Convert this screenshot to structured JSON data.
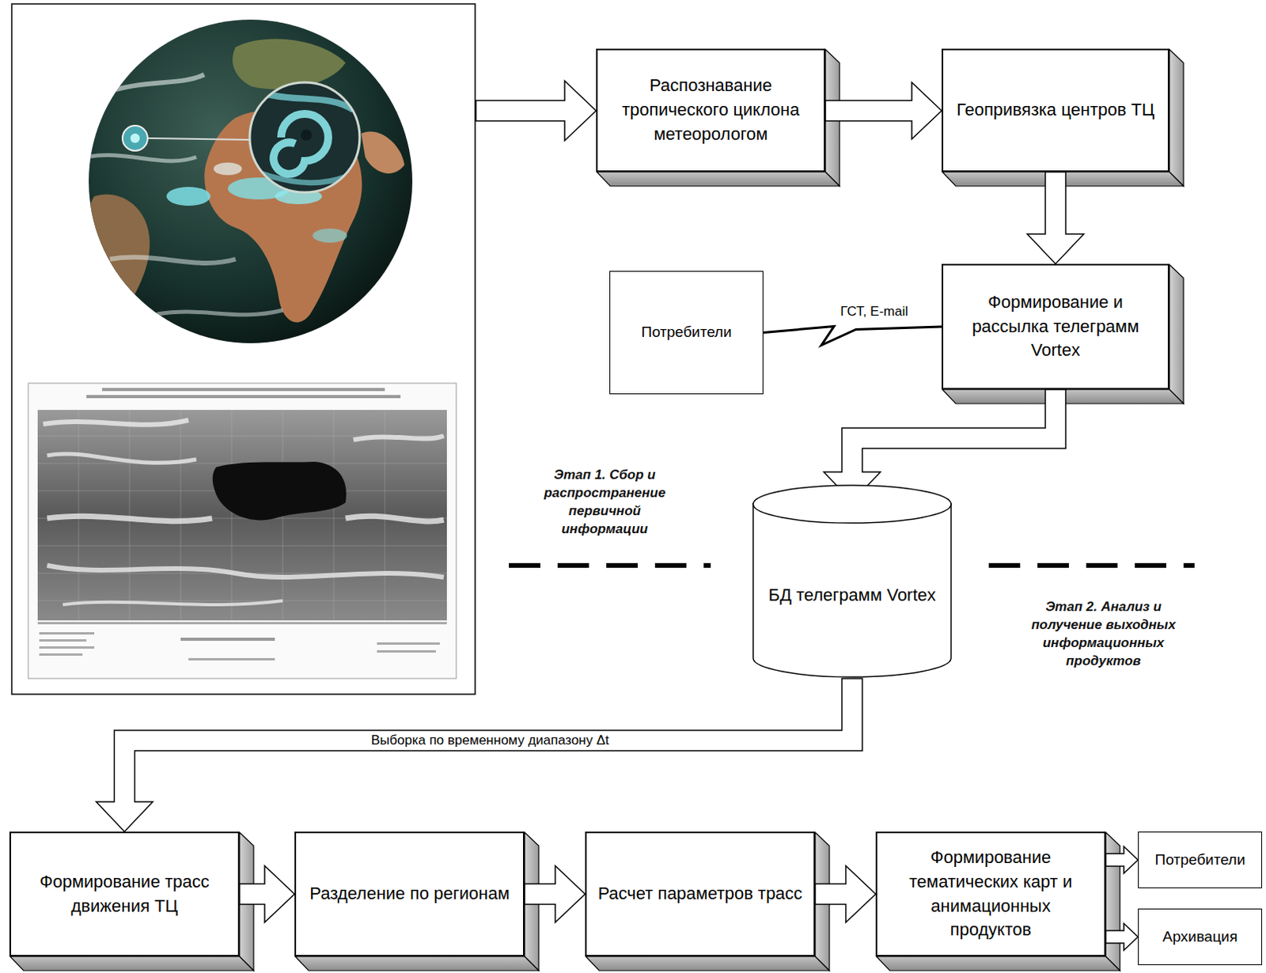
{
  "diagram": {
    "nodes": [
      {
        "text": [
          "Распознавание тропического циклона метеорологом"
        ]
      },
      {
        "text": [
          "Геопривязка центров ТЦ"
        ]
      },
      {
        "text": [
          "Потребители"
        ]
      },
      {
        "text": [
          "Формирование и рассылка телеграмм Vortex"
        ]
      },
      {
        "text": [
          "БД телеграмм Vortex"
        ]
      },
      {
        "text": [
          "Формирование трасс движения ТЦ"
        ]
      },
      {
        "text": [
          "Разделение по регионам"
        ]
      },
      {
        "text": [
          "Расчет параметров трасс"
        ]
      },
      {
        "text": [
          "Формирование тематических карт и анимационных продуктов"
        ]
      },
      {
        "text": [
          "Потребители"
        ]
      },
      {
        "text": [
          "Архивация"
        ]
      }
    ],
    "edges": [
      {
        "from": 0,
        "to": 1,
        "arrow": "to"
      },
      {
        "from": 1,
        "to": 3,
        "arrow": "to"
      },
      {
        "from": 3,
        "to": 2,
        "label": "ГСТ, E-mail",
        "arrow": "none"
      },
      {
        "from": 3,
        "to": 4,
        "arrow": "to"
      },
      {
        "from": 4,
        "to": 5,
        "label": "Выборка по временному диапазону Δt",
        "arrow": "to"
      },
      {
        "from": 5,
        "to": 6,
        "arrow": "to"
      },
      {
        "from": 6,
        "to": 7,
        "arrow": "to"
      },
      {
        "from": 7,
        "to": 8,
        "arrow": "to"
      },
      {
        "from": 8,
        "to": 9,
        "arrow": "to"
      },
      {
        "from": 8,
        "to": 10,
        "arrow": "to"
      }
    ],
    "labels": [
      "Этап 1. Сбор и распространение первичной информации",
      "Этап 2. Анализ и получение выходных информационных продуктов"
    ]
  }
}
